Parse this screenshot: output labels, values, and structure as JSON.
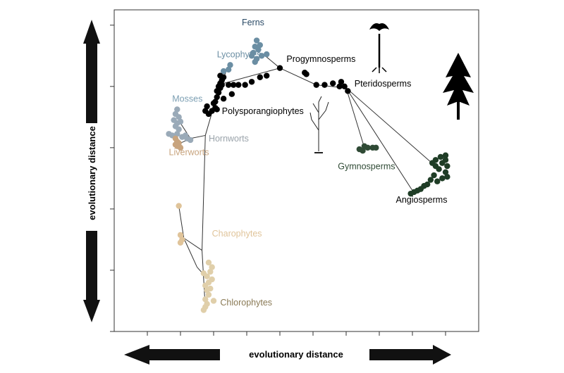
{
  "chart_data": {
    "type": "scatter",
    "xlabel": "evolutionary distance",
    "ylabel": "evolutionary distance",
    "xlim": [
      0,
      11
    ],
    "ylim": [
      0,
      10.5
    ],
    "grid": false,
    "legend": "none",
    "x_ticks": [
      1,
      2,
      3,
      4,
      5,
      6,
      7,
      8,
      9,
      10
    ],
    "y_ticks": [
      0,
      2,
      4,
      6,
      8,
      10
    ],
    "series": [
      {
        "name": "Ferns",
        "color": "#6b8ea3",
        "points": [
          [
            4.3,
            9.5
          ],
          [
            4.25,
            9.3
          ],
          [
            4.35,
            9.2
          ],
          [
            4.4,
            9.35
          ],
          [
            4.2,
            9.1
          ],
          [
            4.45,
            9.0
          ],
          [
            4.3,
            8.9
          ],
          [
            4.6,
            9.05
          ],
          [
            4.15,
            9.0
          ],
          [
            4.25,
            8.8
          ]
        ]
      },
      {
        "name": "Lycophytes",
        "color": "#6b8ea3",
        "points": [
          [
            3.5,
            8.7
          ],
          [
            3.45,
            8.55
          ],
          [
            3.3,
            8.5
          ]
        ]
      },
      {
        "name": "Mosses",
        "color": "#9aaab8",
        "points": [
          [
            1.85,
            7.1
          ],
          [
            1.9,
            7.25
          ],
          [
            1.95,
            7.0
          ],
          [
            1.8,
            6.9
          ],
          [
            1.9,
            6.8
          ],
          [
            2.0,
            6.85
          ],
          [
            1.85,
            6.7
          ],
          [
            1.95,
            6.6
          ],
          [
            1.9,
            6.45
          ]
        ]
      },
      {
        "name": "Hornworts",
        "color": "#9aaab8",
        "points": [
          [
            1.65,
            6.45
          ],
          [
            1.75,
            6.4
          ],
          [
            2.15,
            6.4
          ],
          [
            2.2,
            6.3
          ],
          [
            2.3,
            6.25
          ],
          [
            2.05,
            6.35
          ]
        ]
      },
      {
        "name": "Liverworts",
        "color": "#c8a47e",
        "points": [
          [
            1.85,
            6.3
          ],
          [
            1.9,
            6.2
          ],
          [
            1.95,
            6.15
          ],
          [
            1.9,
            6.05
          ],
          [
            2.0,
            6.0
          ],
          [
            1.85,
            6.1
          ]
        ]
      },
      {
        "name": "Charophytes",
        "color": "#e0c49a",
        "points": [
          [
            1.95,
            4.1
          ],
          [
            2.0,
            3.15
          ],
          [
            2.05,
            3.0
          ],
          [
            2.0,
            2.9
          ]
        ]
      },
      {
        "name": "Chlorophytes",
        "color": "#e0cfaa",
        "points": [
          [
            2.85,
            2.25
          ],
          [
            2.95,
            2.1
          ],
          [
            2.9,
            1.95
          ],
          [
            2.8,
            1.8
          ],
          [
            2.85,
            1.6
          ],
          [
            2.75,
            1.5
          ],
          [
            2.8,
            1.35
          ],
          [
            2.85,
            1.2
          ],
          [
            2.75,
            1.05
          ],
          [
            2.8,
            0.9
          ],
          [
            2.75,
            0.8
          ],
          [
            2.7,
            0.7
          ],
          [
            2.9,
            1.4
          ],
          [
            2.95,
            1.7
          ],
          [
            2.7,
            1.9
          ],
          [
            3.0,
            1.0
          ]
        ]
      },
      {
        "name": "Polysporangiophytes",
        "color": "#000000",
        "points": [
          [
            2.75,
            7.2
          ],
          [
            2.85,
            7.1
          ],
          [
            2.95,
            7.2
          ],
          [
            3.05,
            7.3
          ],
          [
            2.8,
            7.35
          ],
          [
            3.05,
            7.5
          ],
          [
            3.1,
            7.65
          ],
          [
            3.1,
            7.85
          ],
          [
            3.15,
            8.0
          ],
          [
            3.2,
            8.1
          ],
          [
            3.25,
            8.2
          ],
          [
            3.2,
            8.35
          ],
          [
            3.15,
            7.8
          ],
          [
            3.0,
            7.45
          ],
          [
            3.2,
            7.95
          ],
          [
            3.3,
            8.3
          ],
          [
            3.25,
            8.05
          ],
          [
            3.45,
            8.05
          ],
          [
            3.6,
            8.05
          ],
          [
            3.75,
            8.05
          ],
          [
            3.95,
            8.05
          ],
          [
            4.15,
            8.15
          ],
          [
            4.4,
            8.3
          ],
          [
            4.6,
            8.35
          ],
          [
            3.55,
            7.75
          ],
          [
            3.3,
            7.6
          ],
          [
            3.1,
            7.25
          ]
        ]
      },
      {
        "name": "Progymnosperms",
        "color": "#000000",
        "points": [
          [
            5.0,
            8.6
          ],
          [
            5.75,
            8.45
          ],
          [
            5.8,
            8.4
          ]
        ]
      },
      {
        "name": "Pteridosperms",
        "color": "#000000",
        "points": [
          [
            6.1,
            8.05
          ],
          [
            6.35,
            8.05
          ],
          [
            6.6,
            8.1
          ],
          [
            6.8,
            8.0
          ],
          [
            6.95,
            8.0
          ],
          [
            7.05,
            7.85
          ],
          [
            6.85,
            8.15
          ]
        ]
      },
      {
        "name": "Gymnosperms",
        "color": "#2f4a35",
        "points": [
          [
            7.4,
            5.95
          ],
          [
            7.5,
            5.9
          ],
          [
            7.65,
            6.0
          ],
          [
            7.8,
            6.0
          ],
          [
            7.9,
            6.0
          ],
          [
            7.55,
            6.05
          ]
        ]
      },
      {
        "name": "Angiosperms",
        "color": "#1f3d26",
        "points": [
          [
            9.85,
            5.7
          ],
          [
            10.0,
            5.6
          ],
          [
            10.05,
            5.4
          ],
          [
            10.0,
            5.2
          ],
          [
            9.8,
            5.3
          ],
          [
            9.7,
            5.4
          ],
          [
            9.9,
            5.0
          ],
          [
            10.05,
            5.05
          ],
          [
            9.65,
            5.1
          ],
          [
            9.55,
            4.95
          ],
          [
            9.45,
            4.8
          ],
          [
            9.35,
            4.75
          ],
          [
            9.25,
            4.65
          ],
          [
            9.15,
            4.6
          ],
          [
            9.05,
            4.55
          ],
          [
            8.95,
            4.5
          ],
          [
            9.7,
            5.6
          ],
          [
            9.6,
            5.5
          ],
          [
            10.0,
            5.75
          ],
          [
            9.9,
            5.5
          ],
          [
            9.75,
            4.9
          ]
        ]
      }
    ],
    "annotations": [
      {
        "text": "Ferns",
        "x": 3.85,
        "y": 10.0,
        "color": "#2a4a66"
      },
      {
        "text": "Lycophytes",
        "x": 3.1,
        "y": 8.95,
        "color": "#6b8ea3"
      },
      {
        "text": "Mosses",
        "x": 1.75,
        "y": 7.5,
        "color": "#7c9fb3"
      },
      {
        "text": "Hornworts",
        "x": 2.85,
        "y": 6.2,
        "color": "#9aa3aa"
      },
      {
        "text": "Liverworts",
        "x": 1.65,
        "y": 5.75,
        "color": "#c8a47e"
      },
      {
        "text": "Charophytes",
        "x": 2.95,
        "y": 3.1,
        "color": "#e0c49a"
      },
      {
        "text": "Chlorophytes",
        "x": 3.2,
        "y": 0.85,
        "color": "#8a7a55"
      },
      {
        "text": "Polysporangiophytes",
        "x": 3.25,
        "y": 7.1,
        "color": "#000000"
      },
      {
        "text": "Progymnosperms",
        "x": 5.2,
        "y": 8.8,
        "color": "#000000"
      },
      {
        "text": "Pteridosperms",
        "x": 7.25,
        "y": 8.0,
        "color": "#000000"
      },
      {
        "text": "Gymnosperms",
        "x": 6.75,
        "y": 5.3,
        "color": "#2f4a35"
      },
      {
        "text": "Angiosperms",
        "x": 8.5,
        "y": 4.2,
        "color": "#000000"
      }
    ],
    "tree_edges": [
      [
        [
          2.75,
          0.75
        ],
        [
          2.65,
          2.65
        ]
      ],
      [
        [
          2.65,
          2.65
        ],
        [
          2.75,
          6.4
        ]
      ],
      [
        [
          2.65,
          2.65
        ],
        [
          2.1,
          3.05
        ]
      ],
      [
        [
          2.1,
          3.05
        ],
        [
          1.95,
          4.1
        ]
      ],
      [
        [
          2.1,
          3.05
        ],
        [
          2.5,
          2.1
        ]
      ],
      [
        [
          2.5,
          2.1
        ],
        [
          2.75,
          1.8
        ]
      ],
      [
        [
          2.75,
          6.4
        ],
        [
          2.3,
          6.3
        ]
      ],
      [
        [
          2.3,
          6.3
        ],
        [
          1.9,
          6.1
        ]
      ],
      [
        [
          2.3,
          6.3
        ],
        [
          2.0,
          6.8
        ]
      ],
      [
        [
          2.75,
          6.4
        ],
        [
          3.1,
          7.7
        ]
      ],
      [
        [
          3.1,
          7.7
        ],
        [
          3.4,
          8.55
        ]
      ],
      [
        [
          3.3,
          8.1
        ],
        [
          5.0,
          8.6
        ]
      ],
      [
        [
          5.0,
          8.6
        ],
        [
          4.5,
          9.05
        ]
      ],
      [
        [
          5.0,
          8.6
        ],
        [
          6.1,
          8.05
        ]
      ],
      [
        [
          6.1,
          8.05
        ],
        [
          7.0,
          7.95
        ]
      ],
      [
        [
          7.0,
          7.95
        ],
        [
          7.55,
          6.0
        ]
      ],
      [
        [
          7.0,
          7.95
        ],
        [
          9.8,
          5.3
        ]
      ],
      [
        [
          7.0,
          7.95
        ],
        [
          9.0,
          4.6
        ]
      ]
    ],
    "silhouettes": [
      "tree-fern-icon",
      "seed-fern-tree-icon",
      "early-branching-plant-icon"
    ]
  }
}
